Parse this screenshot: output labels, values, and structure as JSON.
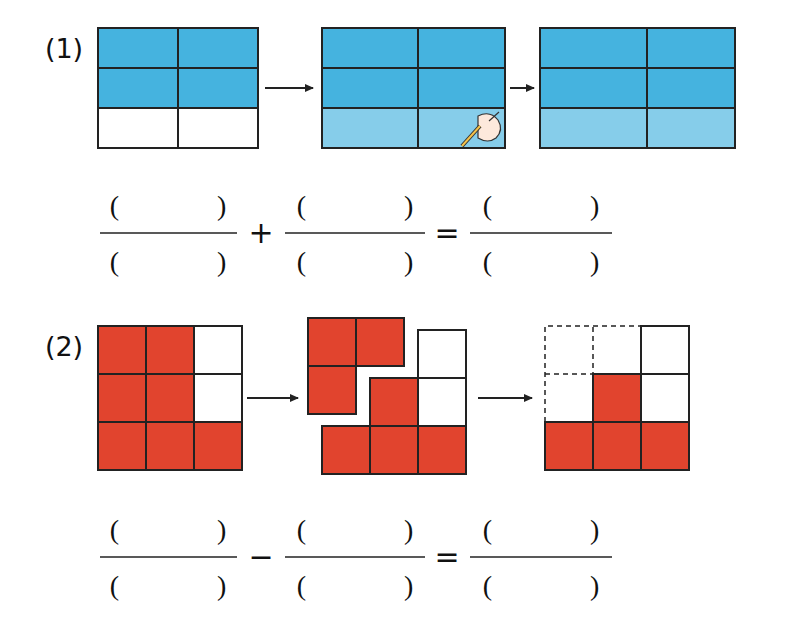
{
  "diagram": {
    "labels": [
      "(1)",
      "(              )",
      "(              )",
      "+",
      "(              )",
      "(              )",
      "=",
      "(              )",
      "(              )",
      "(2)",
      "(              )",
      "(              )",
      "−",
      "(              )",
      "(              )",
      "=",
      "(              )",
      "(              )"
    ]
  }
}
